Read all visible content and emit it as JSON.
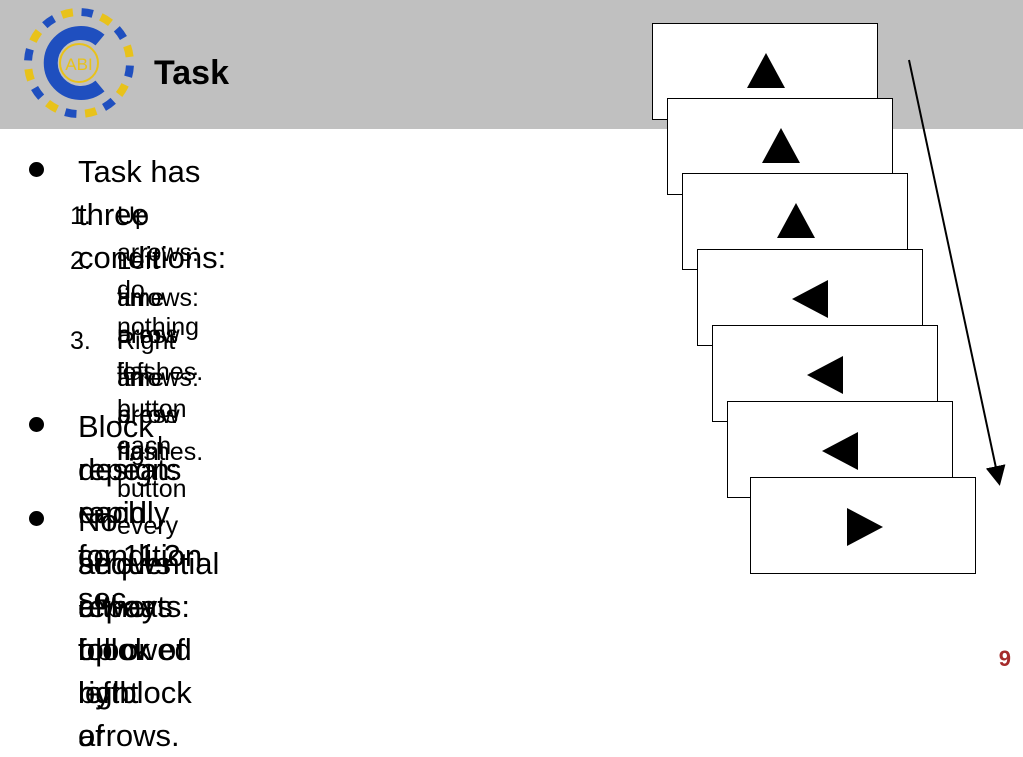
{
  "slide": {
    "title": "Task",
    "page_number": "9"
  },
  "logo": {
    "text": "ABI",
    "colors": {
      "blue": "#1f4fbf",
      "yellow": "#e8c21a"
    }
  },
  "bullets": [
    {
      "text_lines": [
        "Task has three conditions:"
      ],
      "subitems": [
        {
          "number": "1.",
          "lines": [
            "Up arrows: do nothing"
          ]
        },
        {
          "number": "2.",
          "lines": [
            "Left arrows: press left button each",
            "time arrow flashes."
          ]
        },
        {
          "number": "3.",
          "lines": [
            "Right arrows: press right button every",
            "time arrow flashes."
          ]
        }
      ]
    },
    {
      "text_lines": [
        "Block design: each condition",
        "repeats rapidly for 11.2 sec."
      ],
      "subitems": []
    },
    {
      "text_lines": [
        "No sequential repeats: block of left",
        "arrows always followed by block of",
        "either up or right arrows."
      ],
      "subitems": []
    }
  ],
  "cards": [
    {
      "arrow": "up"
    },
    {
      "arrow": "up"
    },
    {
      "arrow": "up"
    },
    {
      "arrow": "left"
    },
    {
      "arrow": "left"
    },
    {
      "arrow": "left"
    },
    {
      "arrow": "right"
    }
  ],
  "colors": {
    "header_band": "#c0c0c0",
    "page_number": "#a52a2a"
  }
}
